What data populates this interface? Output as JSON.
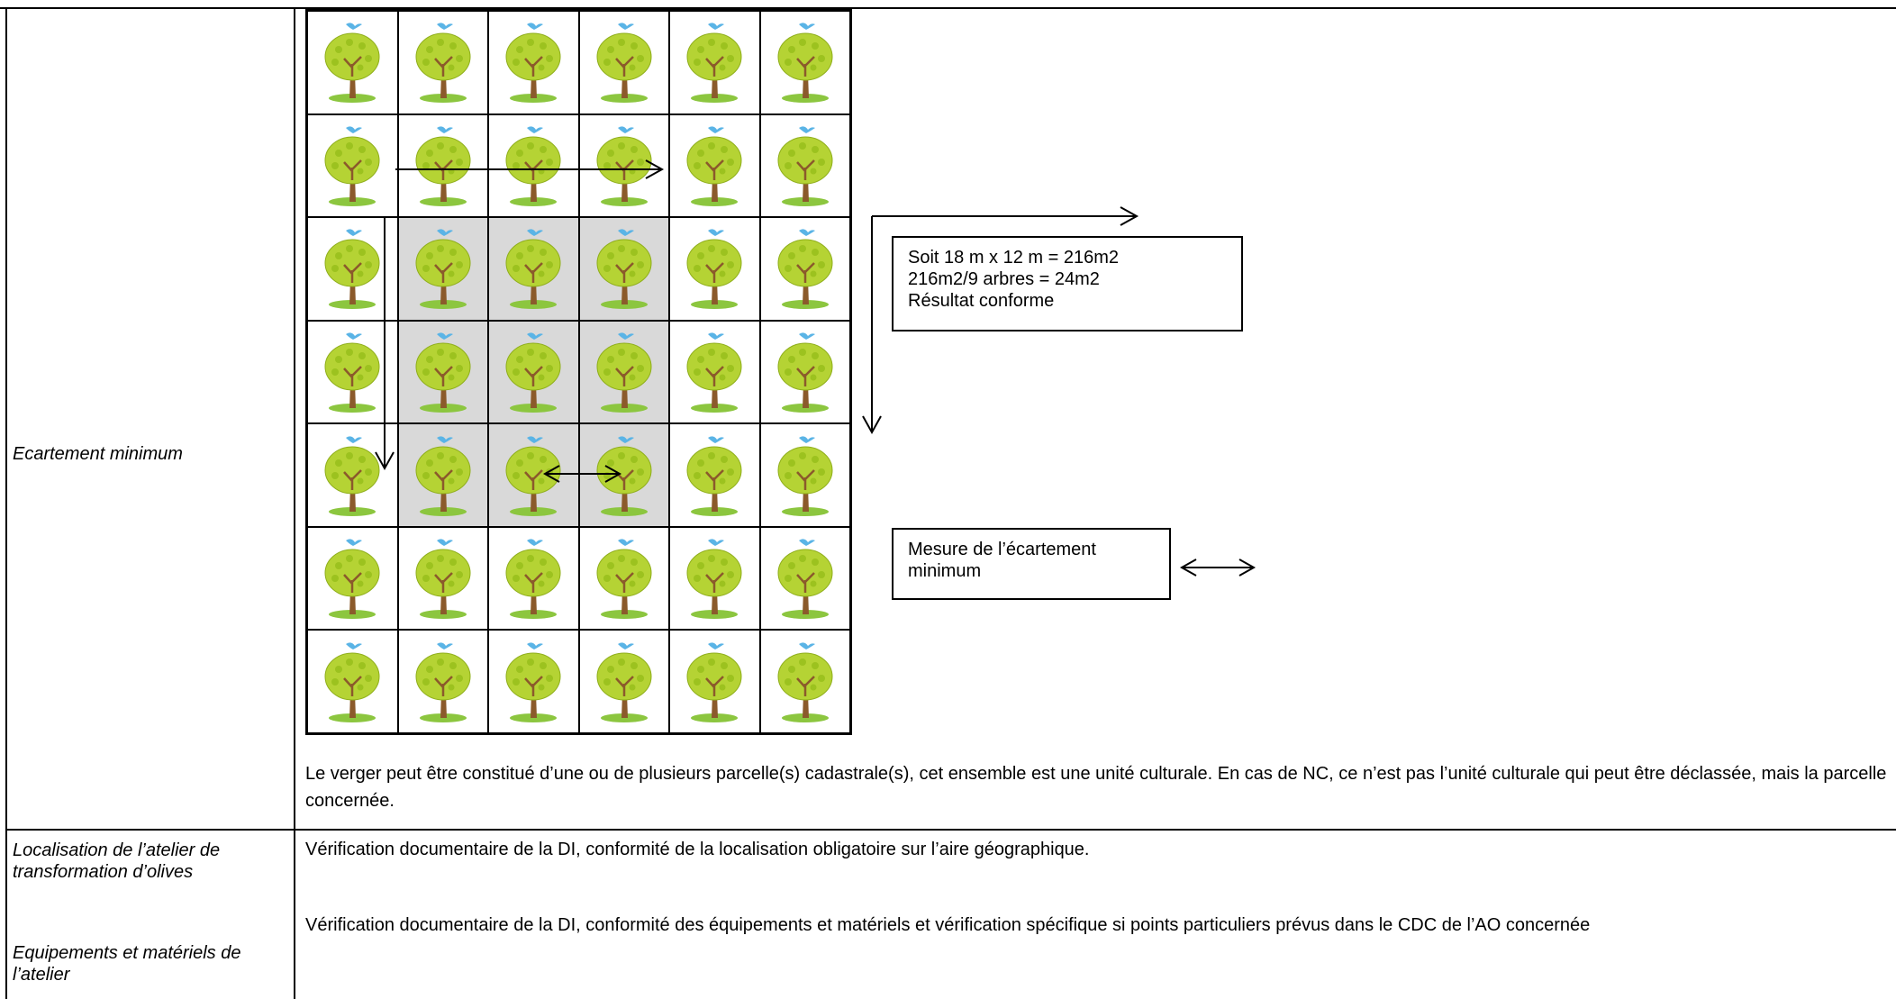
{
  "rows": {
    "row1_label": "Ecartement minimum",
    "row1_note": "Le verger peut être constitué d’une ou de plusieurs parcelle(s) cadastrale(s), cet ensemble est une unité culturale. En cas de NC, ce n’est pas l’unité culturale qui peut être déclassée, mais la parcelle concernée.",
    "row2_label": "Localisation de l’atelier de transformation d’olives",
    "row2_text": "Vérification documentaire de la DI, conformité de la localisation obligatoire sur l’aire géographique.",
    "row3_label": "Equipements et matériels de l’atelier",
    "row3_text": "Vérification documentaire de la DI, conformité des équipements et matériels et vérification spécifique si points particuliers prévus dans le  CDC de l’AO concernée"
  },
  "diagram": {
    "grid_columns": 6,
    "grid_rows": 7,
    "shaded_rows": [
      2,
      3,
      4
    ],
    "shaded_cols": [
      1,
      2,
      3
    ],
    "calc_box_lines": [
      "Soit 18 m x 12 m = 216m2",
      "216m2/9 arbres = 24m2",
      "Résultat conforme"
    ],
    "legend_label_lines": [
      "Mesure de l’écartement",
      "minimum"
    ]
  },
  "colors": {
    "shaded_cell": "#d9d9d9",
    "foliage": "#b5d334",
    "trunk": "#8b5a2b",
    "grass": "#8cc63f",
    "bird": "#5ab4e6"
  },
  "icons": {
    "tree": "tree-icon",
    "bird": "bird-icon",
    "arrow": "arrow-icon"
  }
}
